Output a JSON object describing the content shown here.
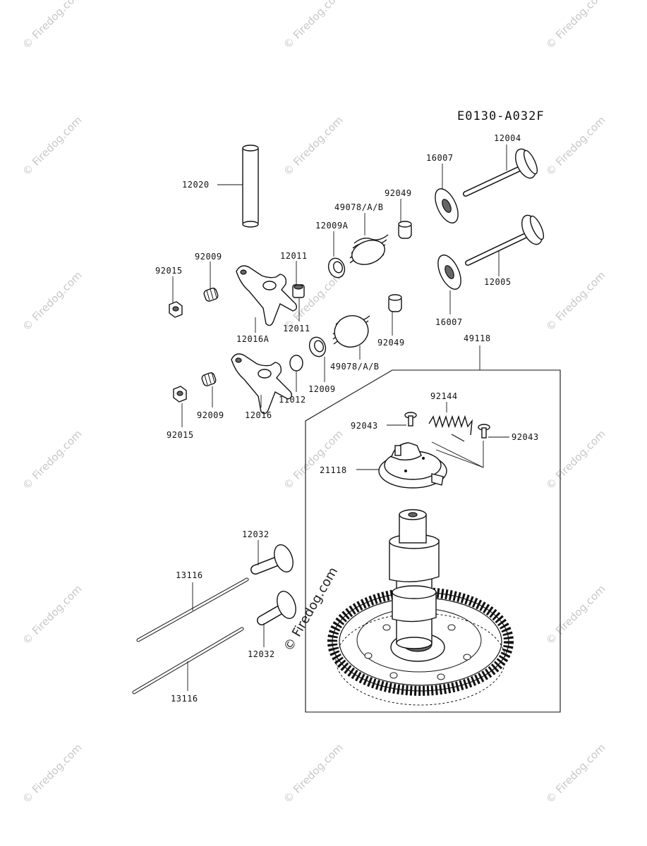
{
  "diagram_code": "E0130-A032F",
  "parts": {
    "p12020": "12020",
    "p12004": "12004",
    "p16007_top": "16007",
    "p92049_top": "92049",
    "p49078_top": "49078/A/B",
    "p12009A": "12009A",
    "p12011_top": "12011",
    "p92009_top": "92009",
    "p92015_top": "92015",
    "p12011_bottom": "12011",
    "p12016A": "12016A",
    "p12005": "12005",
    "p16007_bottom": "16007",
    "p92049_bottom": "92049",
    "p49118": "49118",
    "p49078_bottom": "49078/A/B",
    "p12009": "12009",
    "p11012": "11012",
    "p12016": "12016",
    "p92009_bottom": "92009",
    "p92015_bottom": "92015",
    "p92144": "92144",
    "p92043_left": "92043",
    "p92043_right": "92043",
    "p21118": "21118",
    "p12032_top": "12032",
    "p13116_top": "13116",
    "p12032_bottom": "12032",
    "p13116_bottom": "13116"
  },
  "watermark": "© Firedog.com"
}
